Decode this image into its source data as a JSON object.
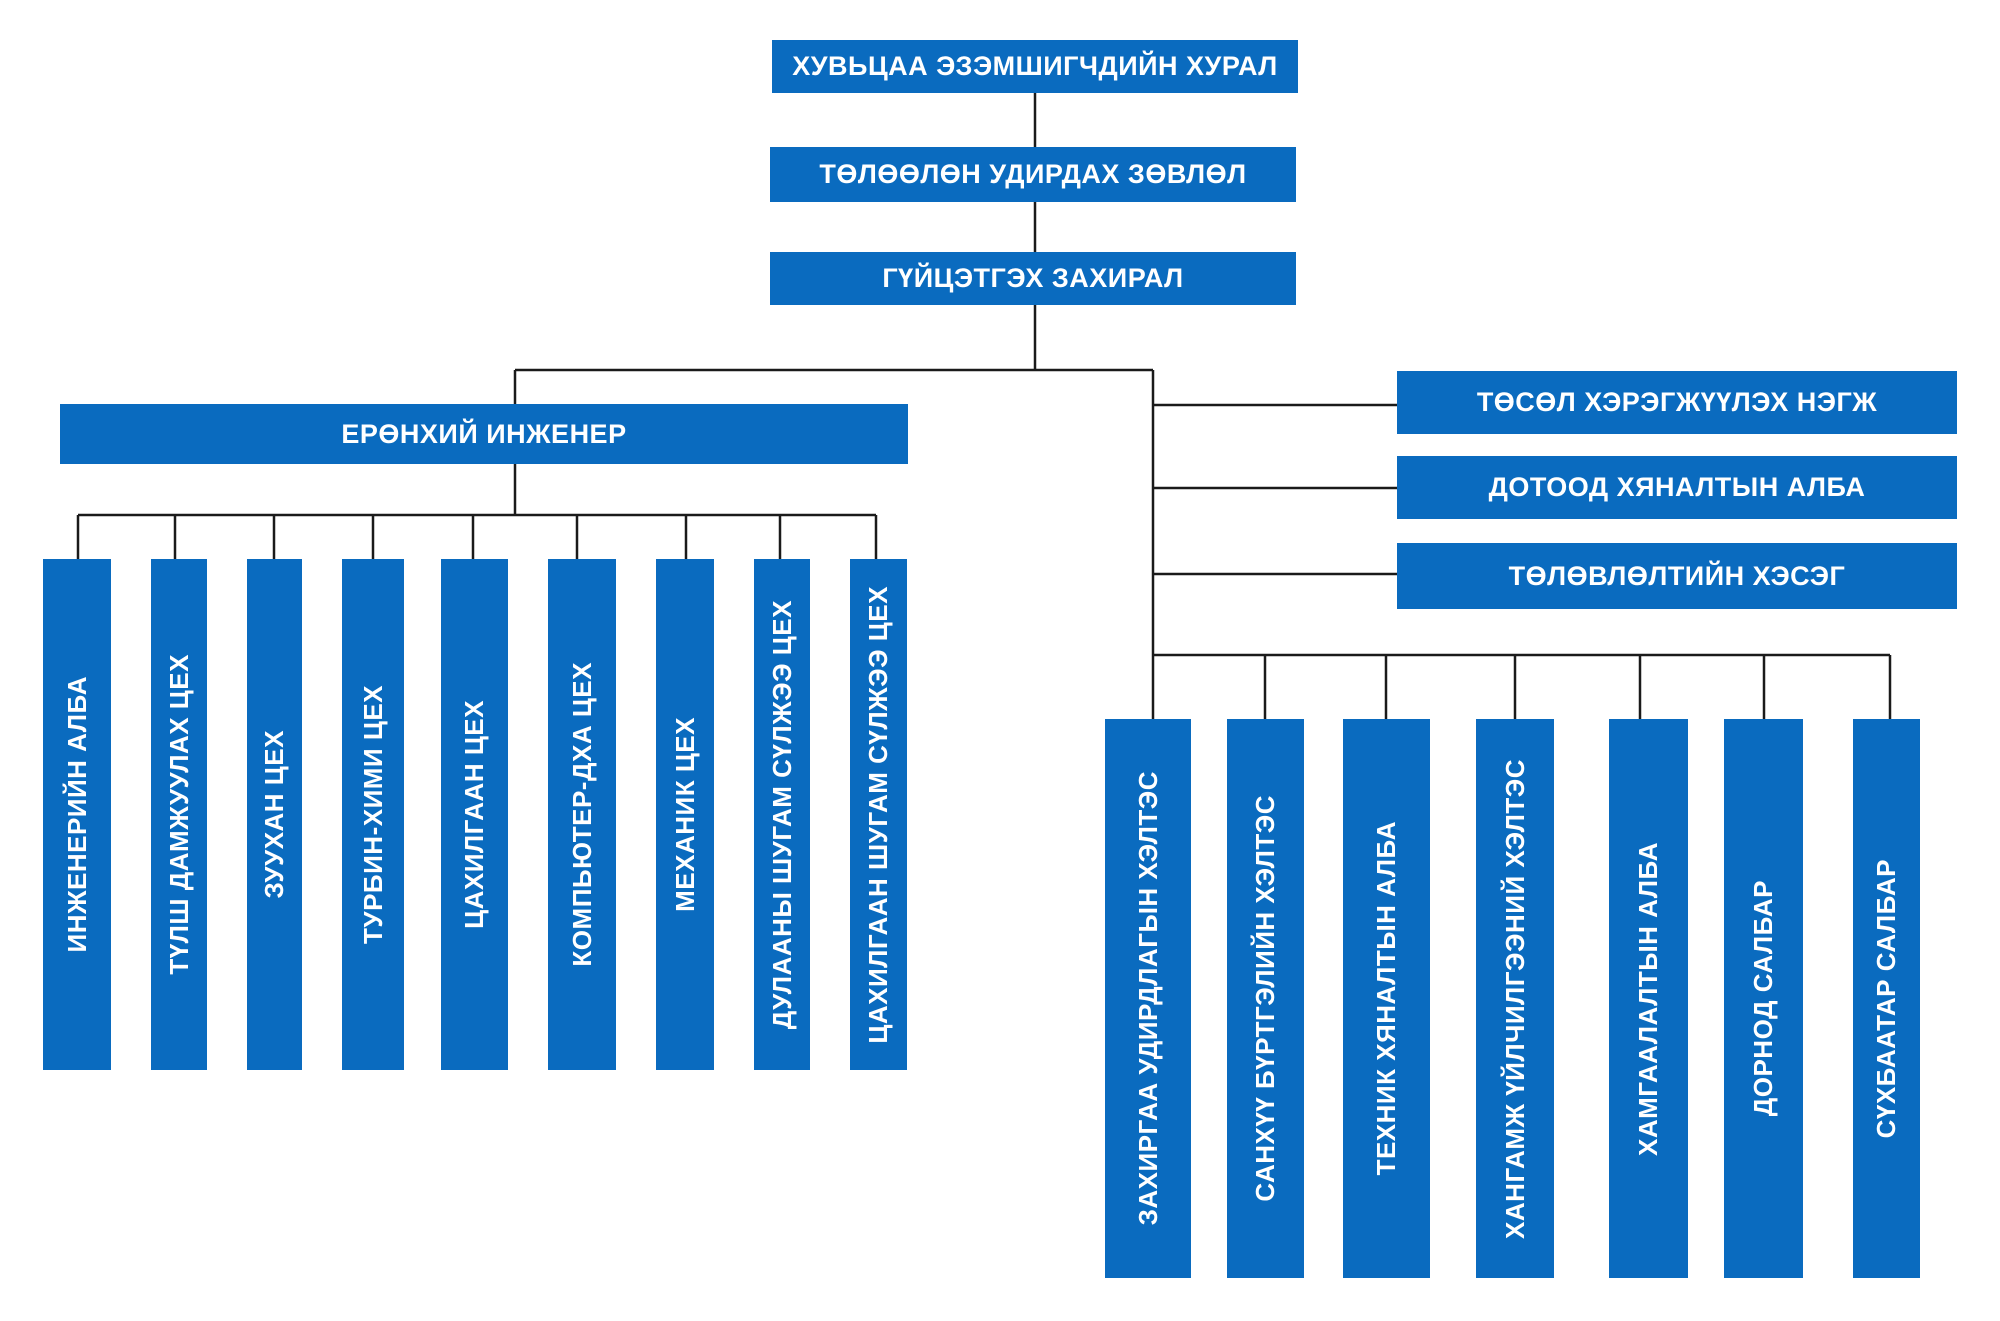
{
  "top": {
    "shareholders": "ХУВЬЦАА ЭЗЭМШИГЧДИЙН ХУРАЛ",
    "board": "ТӨЛӨӨЛӨН УДИРДАХ ЗӨВЛӨЛ",
    "director": "ГҮЙЦЭТГЭХ ЗАХИРАЛ"
  },
  "chief_engineer": {
    "label": "ЕРӨНХИЙ ИНЖЕНЕР",
    "units": [
      "ИНЖЕНЕРИЙН АЛБА",
      "ТҮЛШ ДАМЖУУЛАХ ЦЕХ",
      "ЗУУХАН ЦЕХ",
      "ТУРБИН-ХИМИ ЦЕХ",
      "ЦАХИЛГААН ЦЕХ",
      "КОМПЬЮТЕР-ДХА ЦЕХ",
      "МЕХАНИК ЦЕХ",
      "ДУЛААНЫ ШУГАМ СҮЛЖЭЭ ЦЕХ",
      "ЦАХИЛГААН ШУГАМ СҮЛЖЭЭ ЦЕХ"
    ]
  },
  "side_units": [
    "ТӨСӨЛ ХЭРЭГЖҮҮЛЭХ НЭГЖ",
    "ДОТООД ХЯНАЛТЫН АЛБА",
    "ТӨЛӨВЛӨЛТИЙН ХЭСЭГ"
  ],
  "right_units": [
    "ЗАХИРГАА УДИРДЛАГЫН ХЭЛТЭС",
    "САНХҮҮ БҮРТГЭЛИЙН ХЭЛТЭС",
    "ТЕХНИК ХЯНАЛТЫН АЛБА",
    "ХАНГАМЖ ҮЙЛЧИЛГЭЭНИЙ ХЭЛТЭС",
    "ХАМГААЛАЛТЫН АЛБА",
    "ДОРНОД САЛБАР",
    "СҮХБААТАР САЛБАР"
  ],
  "colors": {
    "box_fill": "#0a6bbf",
    "box_text": "#ffffff",
    "connector": "#1a1a1a"
  }
}
